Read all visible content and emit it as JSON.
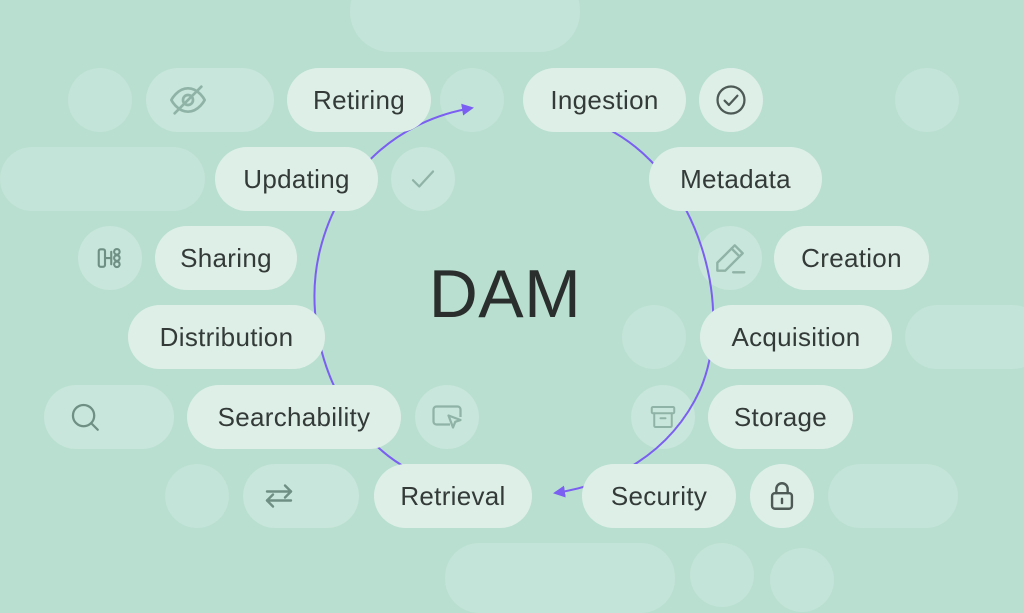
{
  "center_label": "DAM",
  "stages": {
    "ingestion": "Ingestion",
    "metadata": "Metadata",
    "creation": "Creation",
    "acquisition": "Acquisition",
    "storage": "Storage",
    "security": "Security",
    "retrieval": "Retrieval",
    "searchability": "Searchability",
    "distribution": "Distribution",
    "sharing": "Sharing",
    "updating": "Updating",
    "retiring": "Retiring"
  },
  "icons": [
    "check-circle-icon",
    "pencil-icon",
    "archive-box-icon",
    "lock-icon",
    "search-icon",
    "swap-arrows-icon",
    "cursor-screen-icon",
    "hierarchy-icon",
    "checkmark-icon",
    "eye-off-icon"
  ],
  "colors": {
    "background": "#b8dfd0",
    "pill": "#deefe8",
    "arc": "#7b5ef2",
    "text": "#333a37"
  }
}
